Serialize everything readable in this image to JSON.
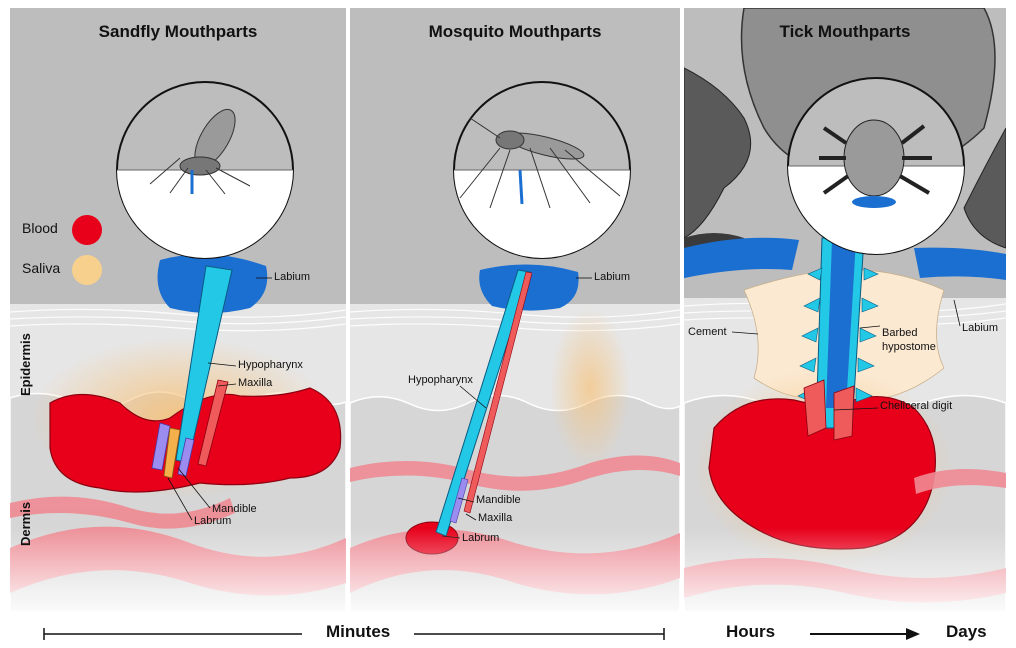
{
  "panels": {
    "sandfly": {
      "title": "Sandfly Mouthparts",
      "labels": {
        "labium": "Labium",
        "hypopharynx": "Hypopharynx",
        "maxilla": "Maxilla",
        "mandible": "Mandible",
        "labrum": "Labrum"
      }
    },
    "mosquito": {
      "title": "Mosquito Mouthparts",
      "labels": {
        "labium": "Labium",
        "hypopharynx": "Hypopharynx",
        "mandible": "Mandible",
        "maxilla": "Maxilla",
        "labrum": "Labrum"
      }
    },
    "tick": {
      "title": "Tick Mouthparts",
      "labels": {
        "cement": "Cement",
        "barbed_hypostome": "Barbed hypostome",
        "labium": "Labium",
        "cheliceral_digit": "Cheliceral digit"
      }
    }
  },
  "legend": {
    "blood": {
      "label": "Blood",
      "color": "#e8001b"
    },
    "saliva": {
      "label": "Saliva",
      "color": "#f7d08e"
    }
  },
  "layers": {
    "epidermis": "Epidermis",
    "dermis": "Dermis"
  },
  "timeline": {
    "minutes": "Minutes",
    "hours": "Hours",
    "days": "Days"
  },
  "colors": {
    "background": "#bdbdbd",
    "epidermis": "#e6e6e6",
    "dermis": "#d6d6d6",
    "vessel": "#f08a93",
    "blood": "#e8001b",
    "cyan": "#22c8e6",
    "blue": "#1b6fd1",
    "cement": "#fbe9d2"
  }
}
